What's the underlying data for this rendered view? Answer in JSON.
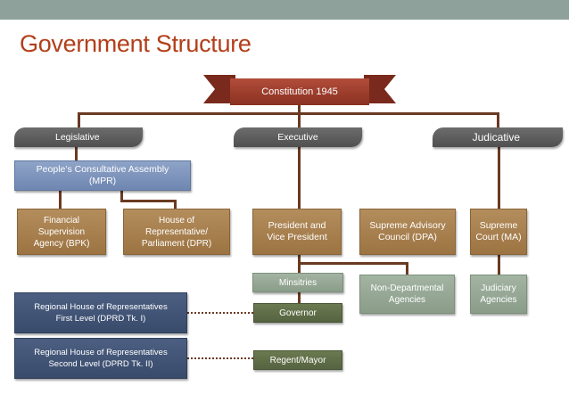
{
  "title": "Government Structure",
  "constitution": "Constitution 1945",
  "branches": {
    "legislative": "Legislative",
    "executive": "Executive",
    "judicative": "Judicative"
  },
  "mpr": "People’s Consultative Assembly\n(MPR)",
  "bpk": "Financial\nSupervision\nAgency (BPK)",
  "dpr": "House of\nRepresentative/\nParliament (DPR)",
  "president": "President and\nVice President",
  "dpa": "Supreme Advisory\nCouncil (DPA)",
  "ma": "Supreme\nCourt (MA)",
  "ministries": "Minsitries",
  "non_departmental": "Non-Departmental\nAgencies",
  "judiciary": "Judiciary\nAgencies",
  "dprd1": "Regional House of Representatives\nFirst Level (DPRD Tk. I)",
  "dprd2": "Regional House of Representatives\nSecond Level (DPRD Tk. II)",
  "governor": "Governor",
  "regent": "Regent/Mayor",
  "colors": {
    "title": "#b33e1a",
    "banner": "#9a3b2a",
    "connector": "#6a3a22",
    "brown_box": "#a87f4d",
    "sage_box": "#97a996",
    "navy_box": "#42547a"
  }
}
